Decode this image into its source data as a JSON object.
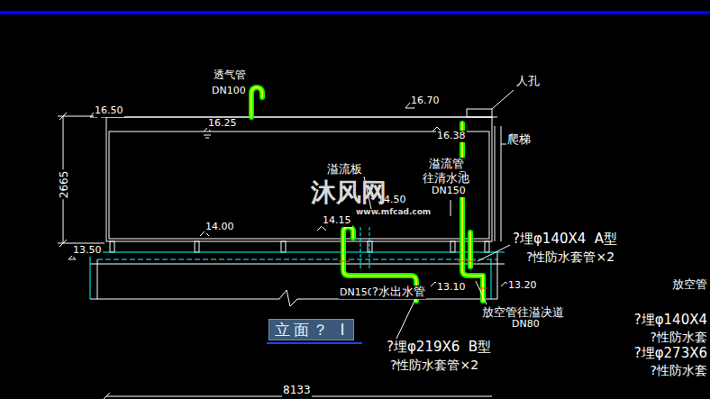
{
  "diagram": {
    "nodes": [
      {
        "text": [
          "立面？ I"
        ]
      }
    ],
    "labels": [
      "透气管",
      "DN100",
      "16.50",
      "16.25",
      "16.70",
      "人孔",
      "16.38",
      "爬梯",
      "溢流板",
      "溢流管",
      "往清水池",
      "DN150",
      "2665",
      "14.50",
      "14.15",
      "14.00",
      "?埋φ140X4  A型",
      "?性防水套管×2",
      "13.50",
      "13.10",
      "13.20",
      "放空管",
      "DN150",
      "?水出水管",
      "放空管往溢决道",
      "DN80",
      "?埋φ140X4",
      "?性防水套",
      "?埋φ273X6",
      "?性防水套",
      "?埋φ219X6  B型",
      "?性防水套管×2",
      "8133",
      "沐风网",
      "www.mfcad.com"
    ]
  }
}
